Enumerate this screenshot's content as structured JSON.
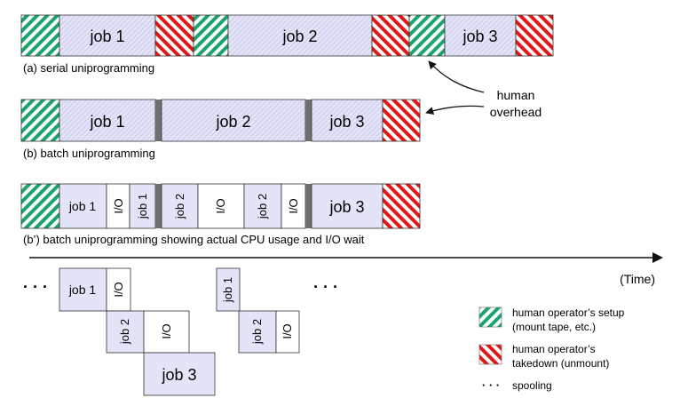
{
  "rows": {
    "a": {
      "caption": "(a) serial uniprogramming",
      "labels": [
        "job 1",
        "job 2",
        "job 3"
      ]
    },
    "b": {
      "caption": "(b) batch uniprogramming",
      "labels": [
        "job 1",
        "job 2",
        "job 3"
      ]
    },
    "bp": {
      "caption": "(b’) batch uniprogramming showing actual CPU usage and I/O wait",
      "labels": [
        "job 1",
        "I/O",
        "job 1",
        "job 2",
        "I/O",
        "job 2",
        "I/O",
        "job 3"
      ]
    }
  },
  "annotation": {
    "line1": "human",
    "line2": "overhead"
  },
  "timeline": {
    "label": "(Time)",
    "ellipsis_left": "· · ·",
    "ellipsis_right": "· · ·"
  },
  "spool": {
    "labels": [
      "job 1",
      "I/O",
      "job 2",
      "I/O",
      "job 3",
      "job 1",
      "job 2",
      "I/O"
    ]
  },
  "legend": {
    "setup_line1": "human operator’s setup",
    "setup_line2": "(mount tape, etc.)",
    "takedown_line1": "human operator’s",
    "takedown_line2": "takedown (unmount)",
    "spooling_marker": "· · ·",
    "spooling": "spooling"
  },
  "colors": {
    "setup": "#1aa56e",
    "takedown": "#e01818",
    "job_fill": "#e4e4f8",
    "io_fill": "#ffffff",
    "gap": "#6f6f6f"
  }
}
